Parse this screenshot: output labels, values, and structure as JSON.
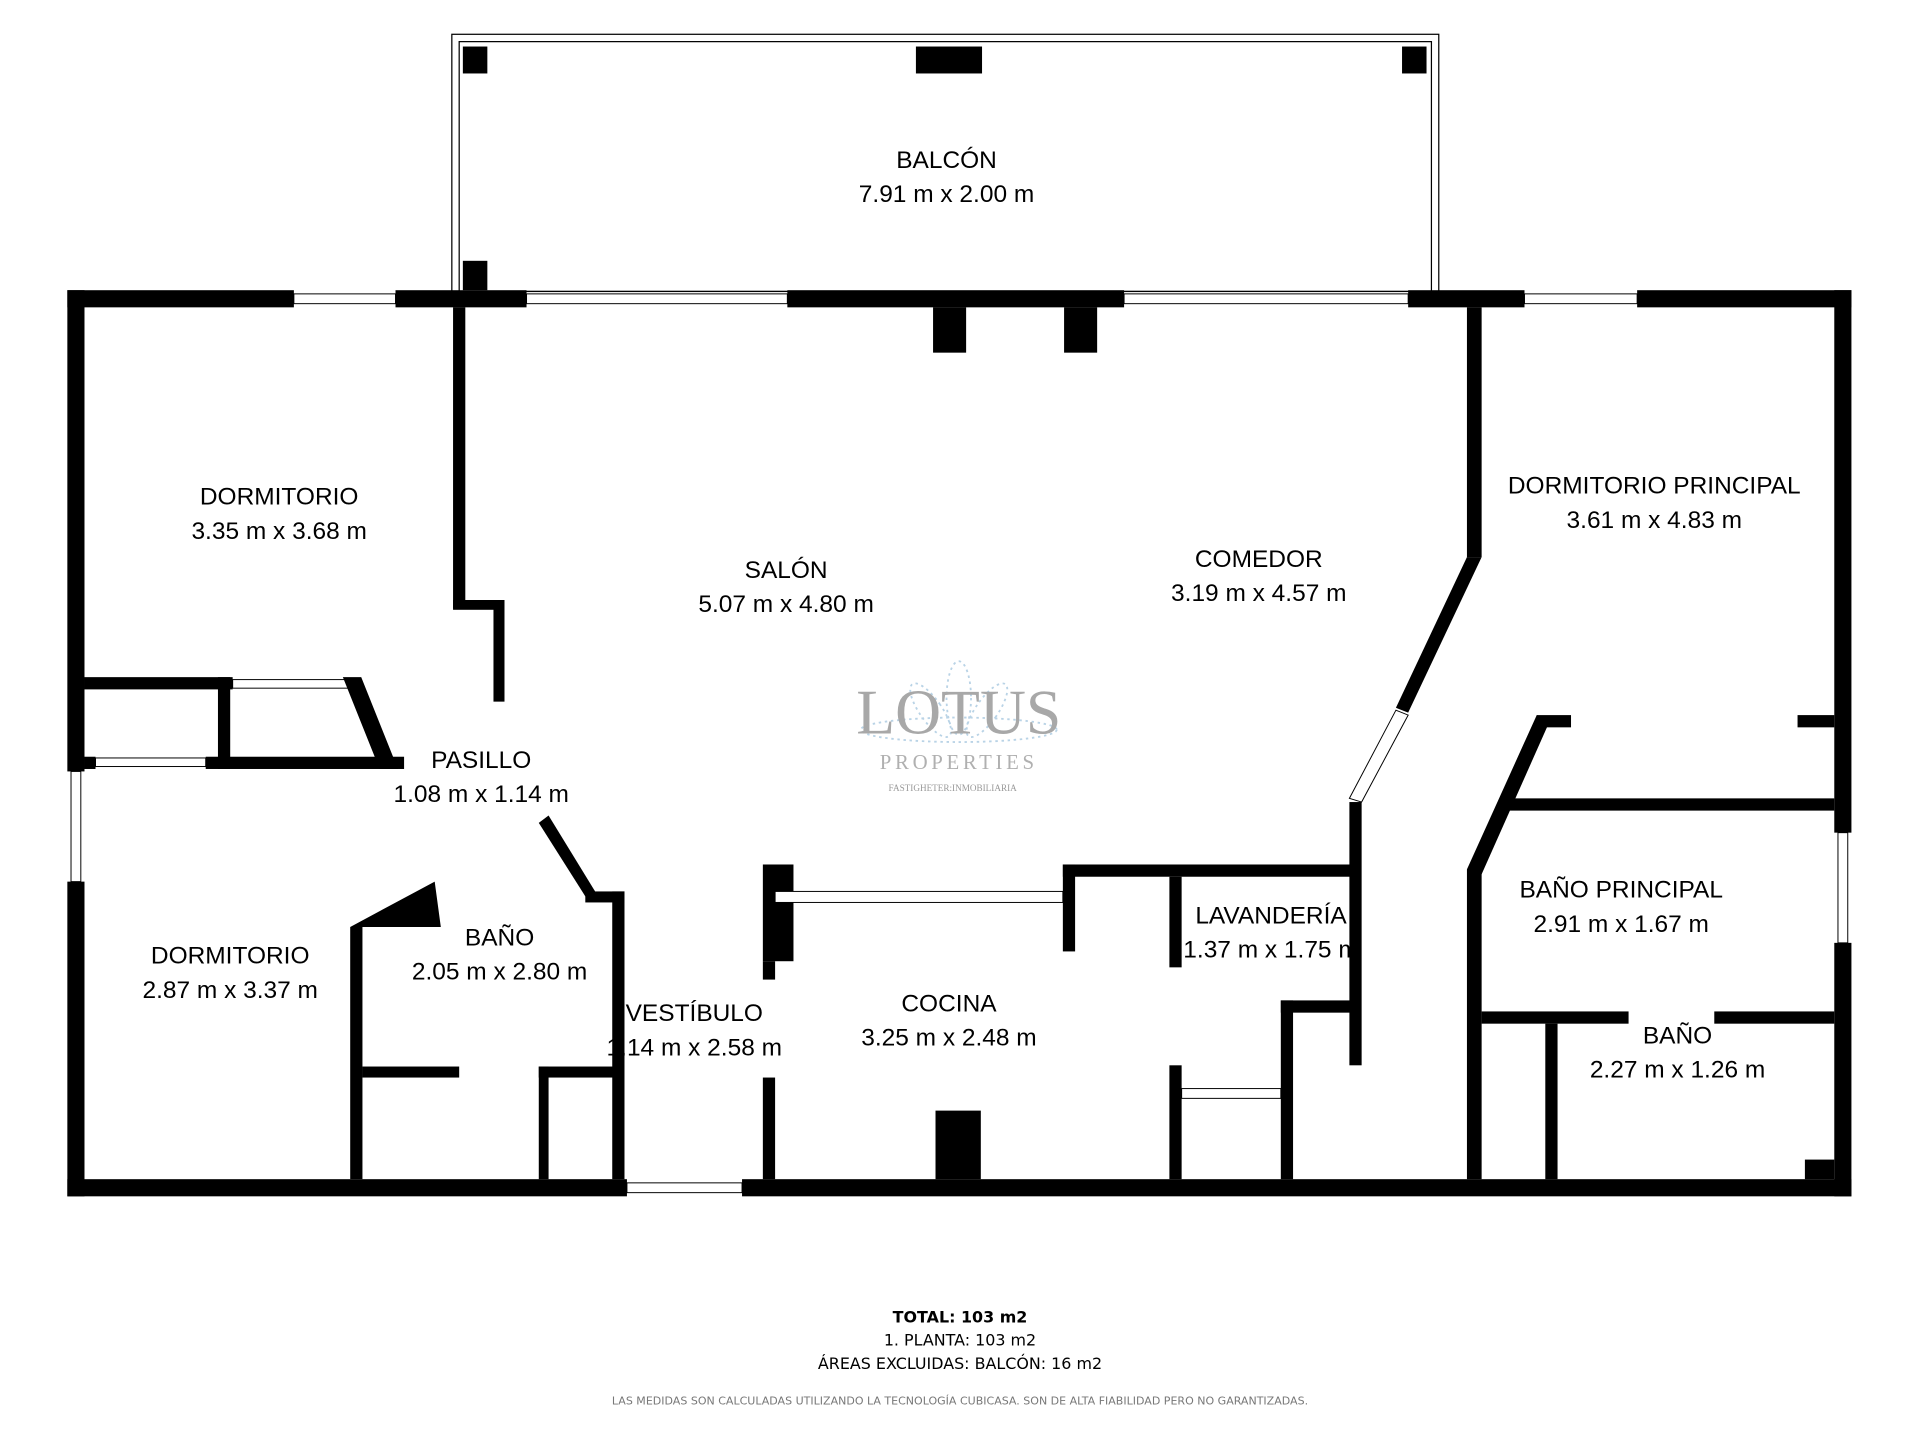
{
  "rooms": [
    {
      "name": "BALCÓN",
      "size": "7.91 m x 2.00 m"
    },
    {
      "name": "DORMITORIO",
      "size": "3.35 m x 3.68 m"
    },
    {
      "name": "SALÓN",
      "size": "5.07 m x 4.80 m"
    },
    {
      "name": "COMEDOR",
      "size": "3.19 m x 4.57 m"
    },
    {
      "name": "DORMITORIO PRINCIPAL",
      "size": "3.61 m x 4.83 m"
    },
    {
      "name": "PASILLO",
      "size": "1.08 m x 1.14 m"
    },
    {
      "name": "DORMITORIO",
      "size": "2.87 m x 3.37 m"
    },
    {
      "name": "BAÑO",
      "size": "2.05 m x 2.80 m"
    },
    {
      "name": "VESTÍBULO",
      "size": "1.14 m x 2.58 m"
    },
    {
      "name": "COCINA",
      "size": "3.25 m x 2.48 m"
    },
    {
      "name": "LAVANDERÍA",
      "size": "1.37 m x 1.75 m"
    },
    {
      "name": "BAÑO PRINCIPAL",
      "size": "2.91 m x 1.67 m"
    },
    {
      "name": "BAÑO",
      "size": "2.27 m x 1.26 m"
    }
  ],
  "logo": {
    "name": "LOTUS",
    "sub": "PROPERTIES",
    "tagline": "FASTIGHETER:INMOBILIARIA"
  },
  "summary": {
    "total": "TOTAL: 103 m2",
    "floor": "1. PLANTA: 103 m2",
    "excluded": "ÁREAS EXCLUIDAS: BALCÓN: 16 m2",
    "disclaimer": "LAS MEDIDAS SON CALCULADAS UTILIZANDO LA TECNOLOGÍA CUBICASA. SON DE ALTA FIABILIDAD PERO NO GARANTIZADAS."
  },
  "colors": {
    "wall": "#000000",
    "logo": "#a8a8a8",
    "disclaimer": "#777777"
  }
}
